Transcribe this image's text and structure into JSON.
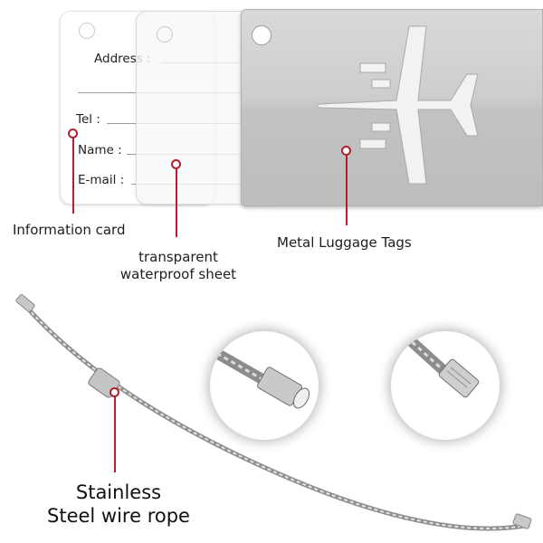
{
  "info_card": {
    "fields": [
      {
        "label": "Address :"
      },
      {
        "label": "Tel :"
      },
      {
        "label": "Name :"
      },
      {
        "label": "E-mail :"
      }
    ]
  },
  "callouts": {
    "information_card": "Information card",
    "transparent_sheet_line1": "transparent",
    "transparent_sheet_line2": "waterproof sheet",
    "metal_tags": "Metal Luggage Tags",
    "wire_line1": "Stainless",
    "wire_line2": "Steel wire rope"
  },
  "colors": {
    "accent": "#b41e2a",
    "metal": "#cfcfcf"
  },
  "icons": [
    "airplane-cutout-icon",
    "screw-lock-closeup",
    "screw-tip-closeup"
  ]
}
